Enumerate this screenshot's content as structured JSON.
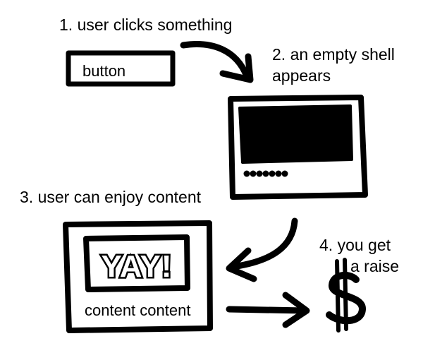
{
  "steps": {
    "step1": "1. user clicks something",
    "step2_line1": "2. an empty shell",
    "step2_line2": "appears",
    "step3": "3. user can enjoy content",
    "step4_line1": "4. you get",
    "step4_line2": "a raise"
  },
  "button": {
    "label": "button"
  },
  "shell": {
    "dot_count": 7
  },
  "content_panel": {
    "banner_text": "YAY!",
    "body_text": "content content"
  },
  "reward": {
    "symbol": "$"
  },
  "colors": {
    "ink": "#000000",
    "background": "#ffffff"
  }
}
